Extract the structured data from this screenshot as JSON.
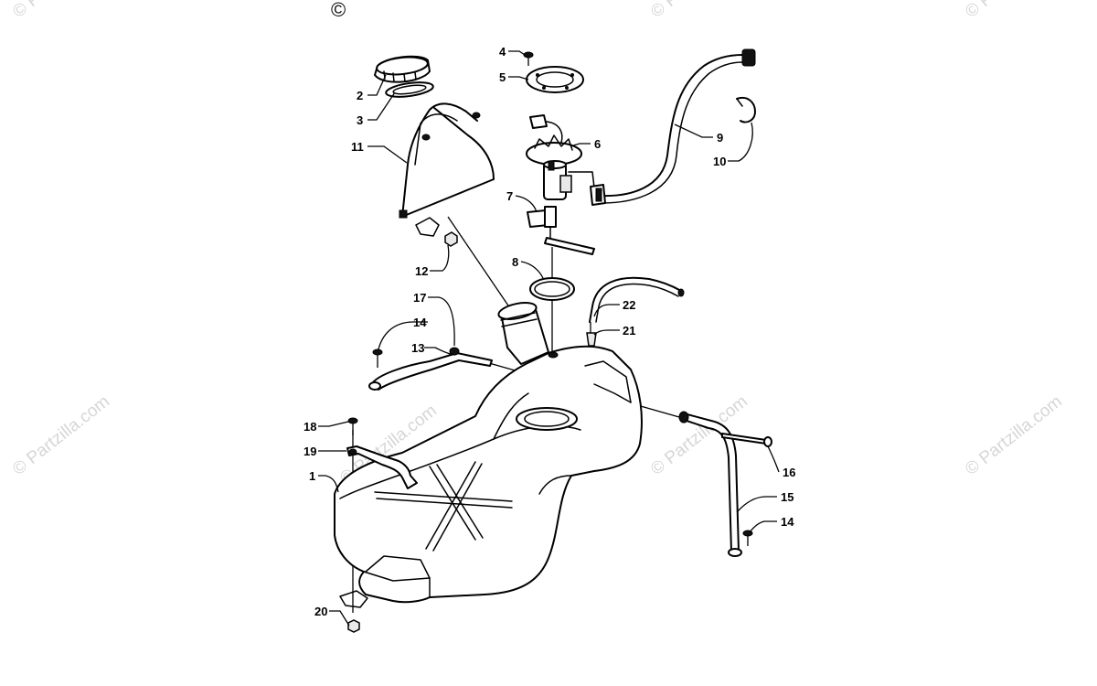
{
  "watermark": {
    "text": "© Partzilla.com",
    "corner_mark": "©"
  },
  "callouts": [
    "1",
    "2",
    "3",
    "4",
    "5",
    "6",
    "7",
    "8",
    "9",
    "10",
    "11",
    "12",
    "13",
    "14",
    "14",
    "15",
    "16",
    "17",
    "18",
    "19",
    "20",
    "21",
    "22"
  ],
  "parts": {
    "tank": "fuel-tank",
    "cap": "fuel-cap",
    "cap_gasket": "cap-gasket",
    "screw": "screw",
    "plate": "retainer-plate",
    "pump": "fuel-pump-assembly",
    "sender": "fuel-sender",
    "o_ring": "o-ring",
    "hose": "fuel-hose",
    "clamp": "hose-clamp",
    "vent_tube": "vent-tube",
    "nut": "nut",
    "bracket": "mounting-bracket",
    "bolt": "bolt",
    "strap": "strap",
    "grommet": "grommet",
    "fitting": "fitting"
  }
}
